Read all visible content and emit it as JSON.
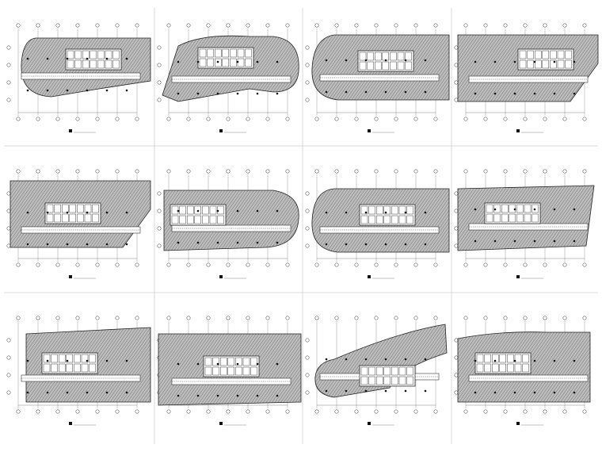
{
  "sheet": {
    "plans": [
      {
        "id": "p1",
        "title": "",
        "shape": "arc-left"
      },
      {
        "id": "p2",
        "title": "",
        "shape": "boomerang"
      },
      {
        "id": "p3",
        "title": "",
        "shape": "lozenge"
      },
      {
        "id": "p4",
        "title": "",
        "shape": "trapezoid"
      },
      {
        "id": "p5",
        "title": "",
        "shape": "trapezoid"
      },
      {
        "id": "p6",
        "title": "",
        "shape": "lozenge-right"
      },
      {
        "id": "p7",
        "title": "",
        "shape": "lozenge-left"
      },
      {
        "id": "p8",
        "title": "",
        "shape": "parallelogram"
      },
      {
        "id": "p9",
        "title": "",
        "shape": "bar"
      },
      {
        "id": "p10",
        "title": "",
        "shape": "bar-tail"
      },
      {
        "id": "p11",
        "title": "",
        "shape": "curved"
      },
      {
        "id": "p12",
        "title": "",
        "shape": "rect"
      }
    ],
    "colors": {
      "hatch": "#555555",
      "slab_fill": "#bdbdbd",
      "line": "#222222",
      "divider": "#cfcfcf"
    }
  }
}
